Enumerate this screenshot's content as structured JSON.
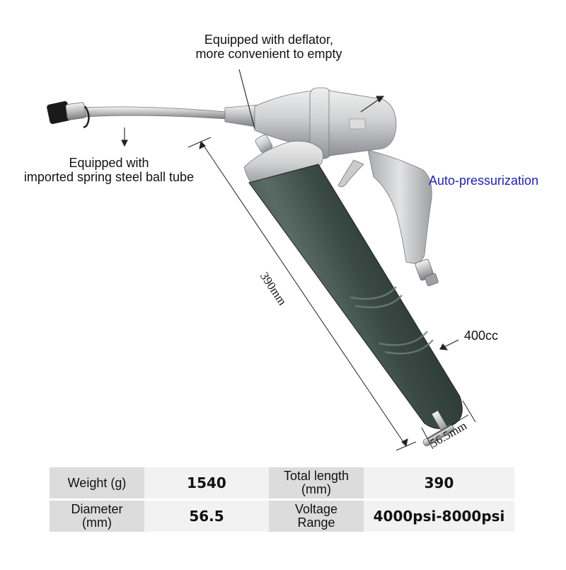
{
  "annotations": {
    "deflator_line1": "Equipped with deflator,",
    "deflator_line2": "more convenient to empty",
    "tube_line1": "Equipped with",
    "tube_line2": "imported spring steel ball tube",
    "auto_pressurization": "Auto-pressurization",
    "capacity": "400cc",
    "length_dimension": "390mm",
    "diameter_dimension": "56.5mm"
  },
  "specs": {
    "rows": [
      {
        "label1": "Weight (g)",
        "value1": "1540",
        "label2_line1": "Total length",
        "label2_line2": "(mm)",
        "value2": "390"
      },
      {
        "label1_line1": "Diameter",
        "label1_line2": "(mm)",
        "value1": "56.5",
        "label2_line1": "Voltage",
        "label2_line2": "Range",
        "value2": "4000psi-8000psi"
      }
    ]
  },
  "colors": {
    "accent_text": "#2222aa",
    "barrel": "#3a4a44",
    "body_silver": "#c8cacc",
    "table_label_bg": "#dcdcdc",
    "table_value_bg": "#f2f2f2"
  }
}
